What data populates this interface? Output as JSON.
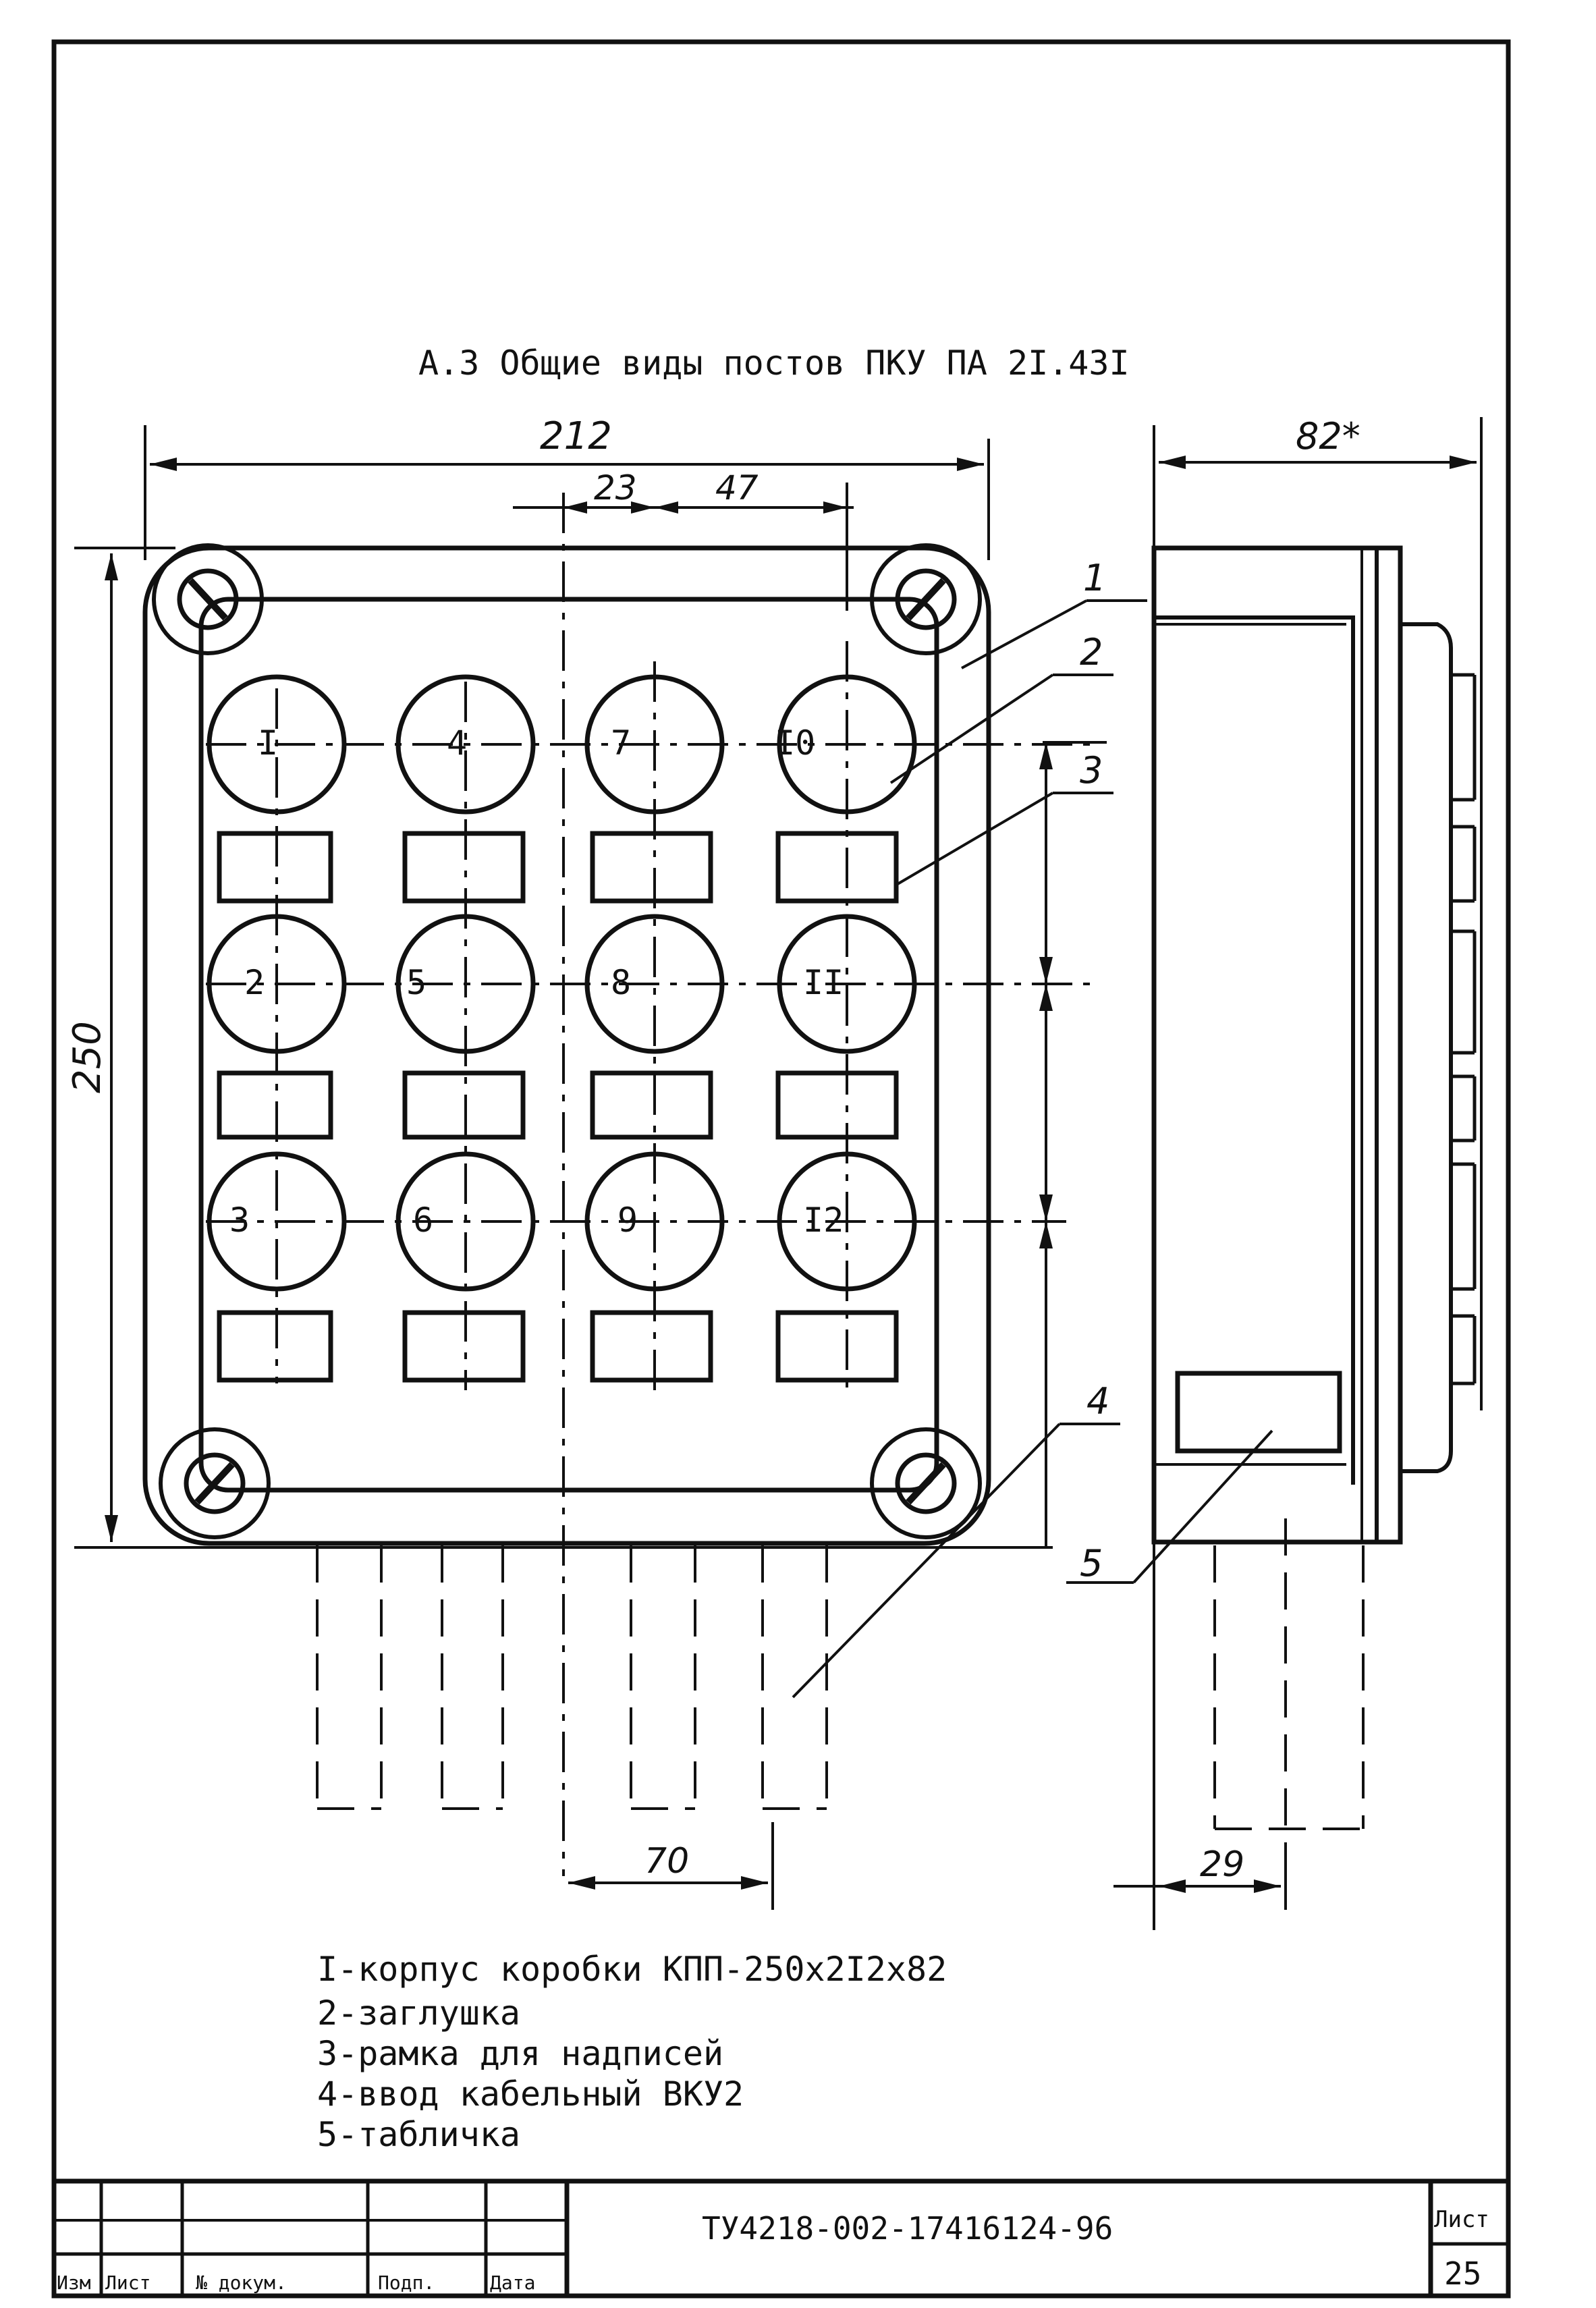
{
  "title": "А.3 Общие виды постов ПКУ ПА 2I.43I",
  "dimensions": {
    "width": "212",
    "spacing_a": "23",
    "spacing_b": "47",
    "height": "250",
    "depth": "82*",
    "entry_spacing": "70",
    "side_offset": "29"
  },
  "buttons": [
    "I",
    "2",
    "3",
    "4",
    "5",
    "6",
    "7",
    "8",
    "9",
    "I0",
    "II",
    "I2"
  ],
  "callouts": [
    "1",
    "2",
    "3",
    "4",
    "5"
  ],
  "legend": [
    "I-корпус коробки КПП-250х2I2х82",
    "2-заглушка",
    "3-рамка для надписей",
    "4-ввод кабельный ВКУ2",
    "5-табличка"
  ],
  "title_block": {
    "doc_number": "ТУ4218-002-17416124-96",
    "sheet_label": "Лист",
    "sheet_number": "25",
    "col_change": "Изм",
    "col_sheet": "Лист",
    "col_doc": "№ докум.",
    "col_sign": "Подп.",
    "col_date": "Дата"
  }
}
